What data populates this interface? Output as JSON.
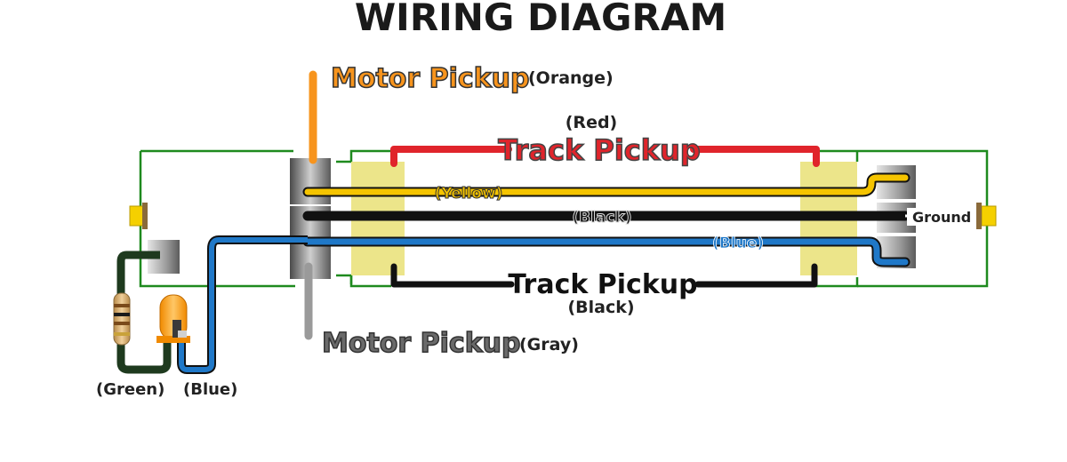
{
  "title": "WIRING DIAGRAM",
  "labels": {
    "motor_pickup_top": "Motor Pickup",
    "motor_pickup_top_color": "(Orange)",
    "track_pickup_top_color": "(Red)",
    "track_pickup_top": "Track Pickup",
    "yellow": "(Yellow)",
    "black": "(Black)",
    "blue": "(Blue)",
    "ground": "Ground",
    "track_pickup_bottom": "Track Pickup",
    "track_pickup_bottom_color": "(Black)",
    "motor_pickup_bottom": "Motor Pickup",
    "motor_pickup_bottom_color": "(Gray)",
    "green": "(Green)",
    "blue_led": "(Blue)"
  },
  "colors": {
    "orange": "#f7941d",
    "red": "#e0242b",
    "yellow": "#f5c400",
    "black": "#111111",
    "blue": "#1f78c8",
    "green": "#1e8a1e",
    "dark_green": "#1e3a1e",
    "gray": "#9a9a9a",
    "pad": "#ece58a",
    "motor_gray": "#6a6a6a"
  }
}
